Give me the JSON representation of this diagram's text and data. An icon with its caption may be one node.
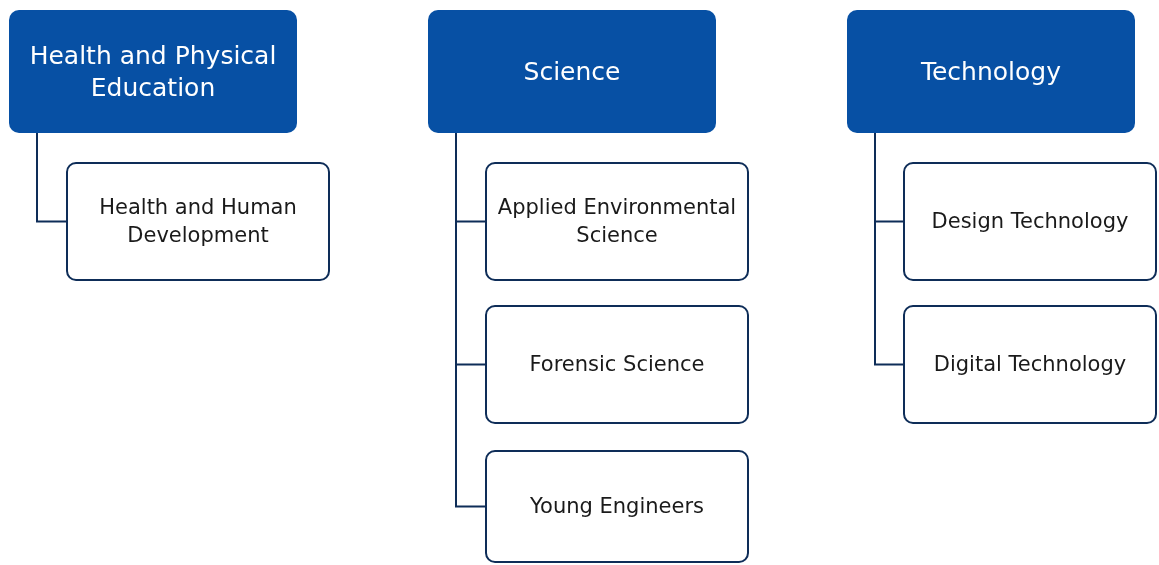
{
  "diagram": {
    "nodes": [
      {
        "text": [
          "Health and Physical Education"
        ]
      },
      {
        "text": [
          "Health and Human Development"
        ]
      },
      {
        "text": [
          "Science"
        ]
      },
      {
        "text": [
          "Applied Environmental Science"
        ]
      },
      {
        "text": [
          "Forensic Science"
        ]
      },
      {
        "text": [
          "Young Engineers"
        ]
      },
      {
        "text": [
          "Technology"
        ]
      },
      {
        "text": [
          "Design Technology"
        ]
      },
      {
        "text": [
          "Digital Technology"
        ]
      }
    ],
    "edges": [
      {
        "from": 0,
        "to": 1,
        "arrow": "none"
      },
      {
        "from": 2,
        "to": 3,
        "arrow": "none"
      },
      {
        "from": 2,
        "to": 4,
        "arrow": "none"
      },
      {
        "from": 2,
        "to": 5,
        "arrow": "none"
      },
      {
        "from": 6,
        "to": 7,
        "arrow": "none"
      },
      {
        "from": 6,
        "to": 8,
        "arrow": "none"
      }
    ]
  }
}
